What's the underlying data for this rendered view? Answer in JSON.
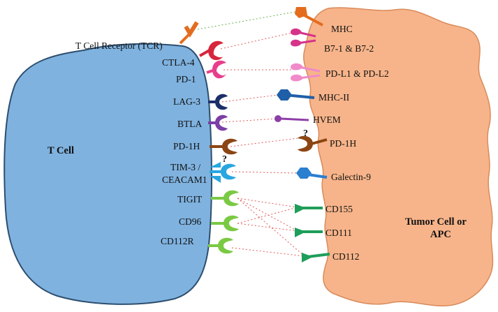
{
  "tcell": {
    "label": "T Cell",
    "fill": "#7fb2df",
    "stroke": "#2d4e6e",
    "receptors": [
      {
        "id": "tcr",
        "label": "T Cell Receptor (TCR)",
        "color": "#e46c1f",
        "shape": "y-receptor-icon"
      },
      {
        "id": "ctla4",
        "label": "CTLA-4",
        "color": "#d7263d",
        "shape": "crescent-receptor-icon"
      },
      {
        "id": "pd1",
        "label": "PD-1",
        "color": "#e83e8c",
        "shape": "crescent-receptor-icon"
      },
      {
        "id": "lag3",
        "label": "LAG-3",
        "color": "#1c2f6b",
        "shape": "crescent-receptor-icon"
      },
      {
        "id": "btla",
        "label": "BTLA",
        "color": "#7b3fa6",
        "shape": "crescent-receptor-icon"
      },
      {
        "id": "pd1h",
        "label": "PD-1H",
        "color": "#8b4513",
        "shape": "crescent-receptor-icon"
      },
      {
        "id": "tim3",
        "label": "TIM-3 /",
        "label2": "CEACAM1",
        "color": "#28a6e0",
        "shape": "double-crescent-receptor-icon"
      },
      {
        "id": "tigit",
        "label": "TIGIT",
        "color": "#7ac943",
        "shape": "crescent-receptor-icon"
      },
      {
        "id": "cd96",
        "label": "CD96",
        "color": "#7ac943",
        "shape": "crescent-receptor-icon"
      },
      {
        "id": "cd112r",
        "label": "CD112R",
        "color": "#7ac943",
        "shape": "crescent-receptor-icon"
      }
    ]
  },
  "tumor": {
    "label_line1": "Tumor Cell or",
    "label_line2": "APC",
    "fill": "#f7b48a",
    "stroke": "#d98a5a",
    "ligands": [
      {
        "id": "mhc",
        "label": "MHC",
        "color": "#e46c1f",
        "shape": "mhc-ligand-icon"
      },
      {
        "id": "b7",
        "label": "B7-1 & B7-2",
        "color": "#d6338a",
        "shape": "double-drop-ligand-icon"
      },
      {
        "id": "pdl",
        "label": "PD-L1 & PD-L2",
        "color": "#f08ac8",
        "shape": "double-drop-ligand-icon"
      },
      {
        "id": "mhc2",
        "label": "MHC-II",
        "color": "#1f5fa8",
        "shape": "hexagon-ligand-icon"
      },
      {
        "id": "hvem",
        "label": "HVEM",
        "color": "#8e3ea8",
        "shape": "drop-ligand-icon"
      },
      {
        "id": "pd1h_l",
        "label": "PD-1H",
        "color": "#8b4513",
        "shape": "crescent-ligand-icon"
      },
      {
        "id": "gal9",
        "label": "Galectin-9",
        "color": "#2a7fd0",
        "shape": "hexagon-ligand-icon"
      },
      {
        "id": "cd155",
        "label": "CD155",
        "color": "#1e9e5a",
        "shape": "wedge-ligand-icon"
      },
      {
        "id": "cd111",
        "label": "CD111",
        "color": "#1e9e5a",
        "shape": "wedge-ligand-icon"
      },
      {
        "id": "cd112",
        "label": "CD112",
        "color": "#1e9e5a",
        "shape": "wedge-ligand-icon"
      }
    ]
  },
  "unknown_marks": [
    "?",
    "?"
  ]
}
